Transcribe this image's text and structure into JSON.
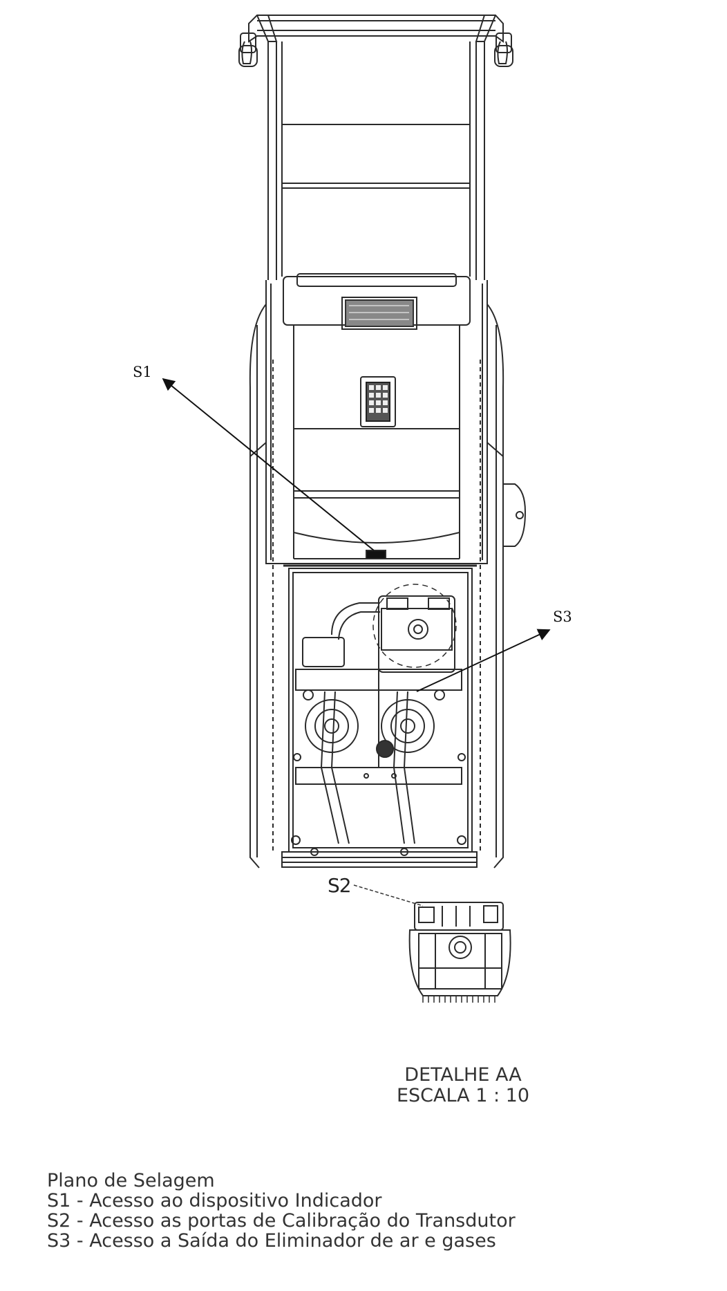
{
  "callouts": {
    "s1": "S1",
    "s2": "S2",
    "s3": "S3"
  },
  "detail": {
    "title": "DETALHE AA",
    "scale": "ESCALA 1 : 10"
  },
  "legend": {
    "title": "Plano de Selagem",
    "items": [
      "S1 - Acesso ao dispositivo Indicador",
      "S2 - Acesso as portas de Calibração do Transdutor",
      "S3 - Acesso a Saída do Eliminador de ar e gases"
    ]
  },
  "colors": {
    "line": "#2a2a2a",
    "background": "#ffffff"
  }
}
